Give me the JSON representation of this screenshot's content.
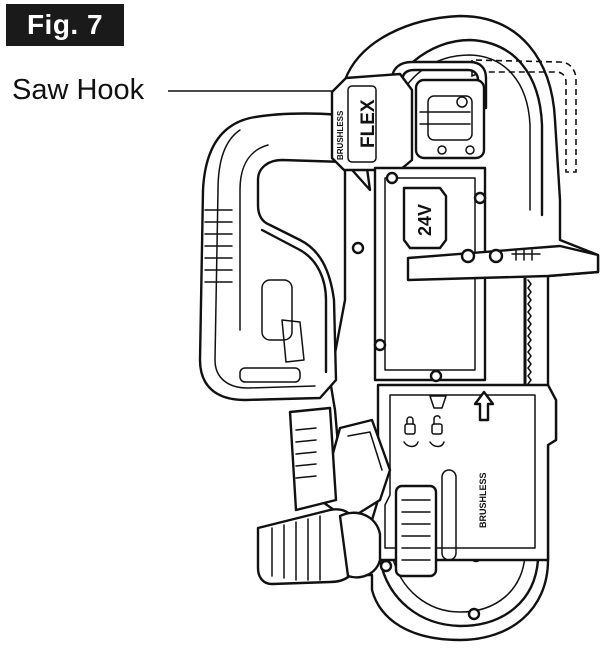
{
  "figure": {
    "label": "Fig. 7"
  },
  "callout": {
    "label": "Saw Hook"
  },
  "tool": {
    "brand": "FLEX",
    "motor_label": "BRUSHLESS",
    "voltage_label": "24V",
    "side_label": "BRUSHLESS"
  }
}
